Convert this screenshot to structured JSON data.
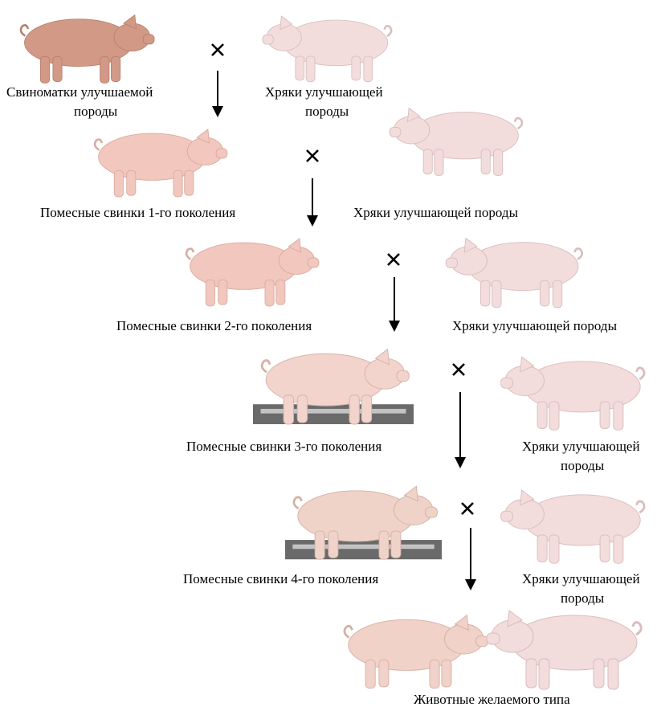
{
  "labels": {
    "sow_top_line1": "Свиноматки улучшаемой",
    "sow_top_line2": "породы",
    "boar_line1": "Хряки улучшающей",
    "boar_line2": "породы",
    "boar_full": "Хряки улучшающей породы",
    "gen1": "Помесные свинки 1-го поколения",
    "gen2": "Помесные свинки 2-го поколения",
    "gen3": "Помесные свинки 3-го поколения",
    "gen4": "Помесные свинки 4-го поколения",
    "final": "Животные желаемого типа"
  },
  "colors": {
    "sow_dark": "#d29a86",
    "pig_pink": "#f2c7bd",
    "boar_pale": "#f3dcdc",
    "ground_gray": "#6a6a6a"
  },
  "icons": {
    "cross": "cross-icon",
    "arrow": "arrow-down-icon",
    "pig": "pig-icon"
  }
}
